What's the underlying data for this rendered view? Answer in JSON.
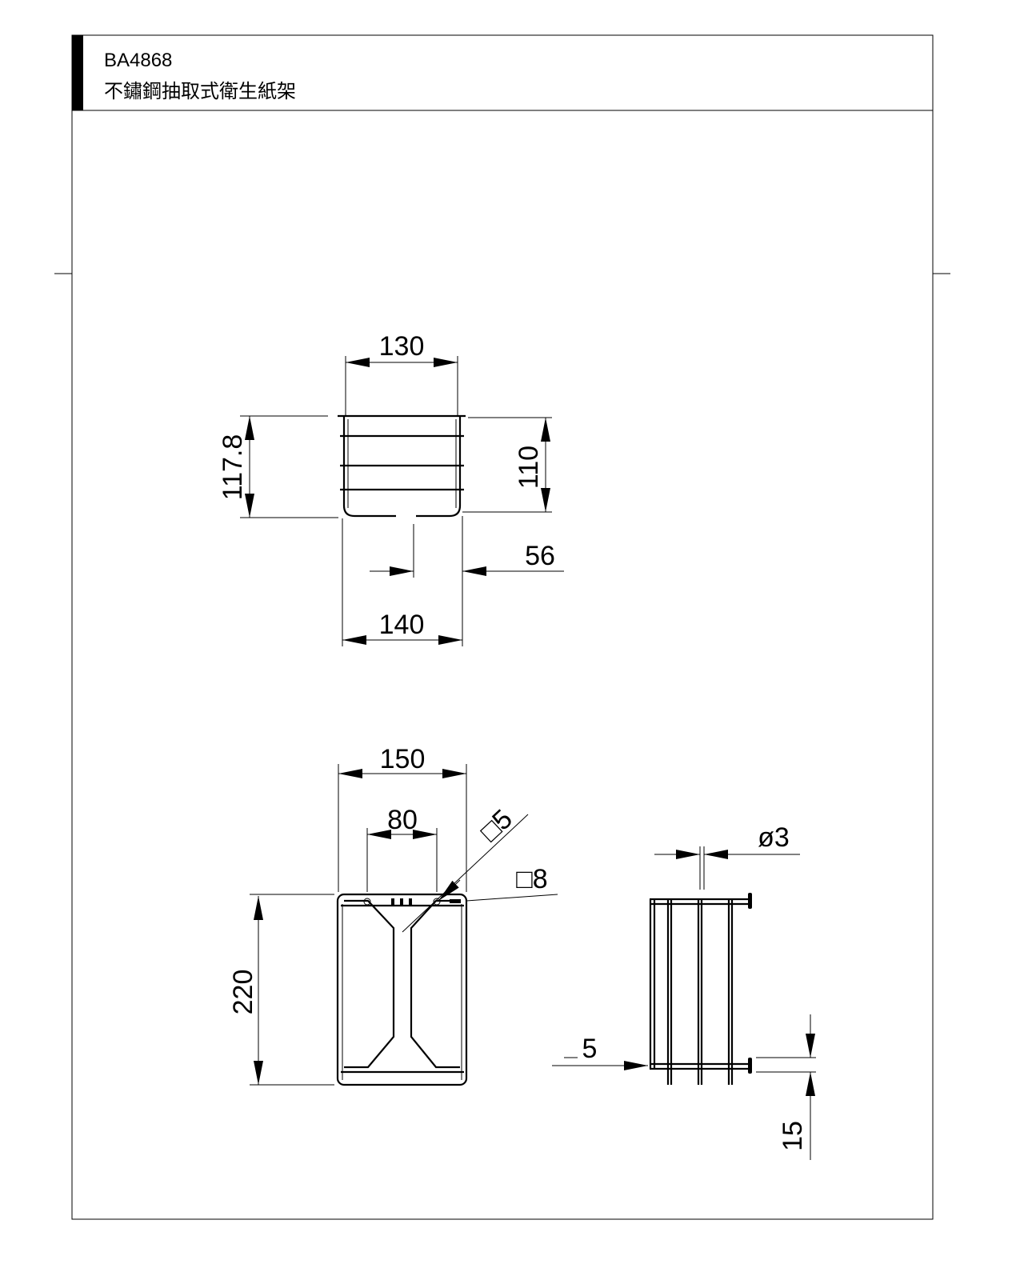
{
  "header": {
    "model": "BA4868",
    "product_name": "不鏽鋼抽取式衛生紙架"
  },
  "top_view": {
    "dims": {
      "width_top": "130",
      "height_total": "117.8",
      "height_inner": "110",
      "slot": "56",
      "width_bottom": "140"
    }
  },
  "front_view": {
    "dims": {
      "width": "150",
      "hole_spacing": "80",
      "height": "220",
      "hole_square": "□5",
      "flange_square": "□8"
    }
  },
  "side_view": {
    "dims": {
      "wire_diameter": "ø3",
      "offset": "5",
      "foot": "15"
    }
  }
}
